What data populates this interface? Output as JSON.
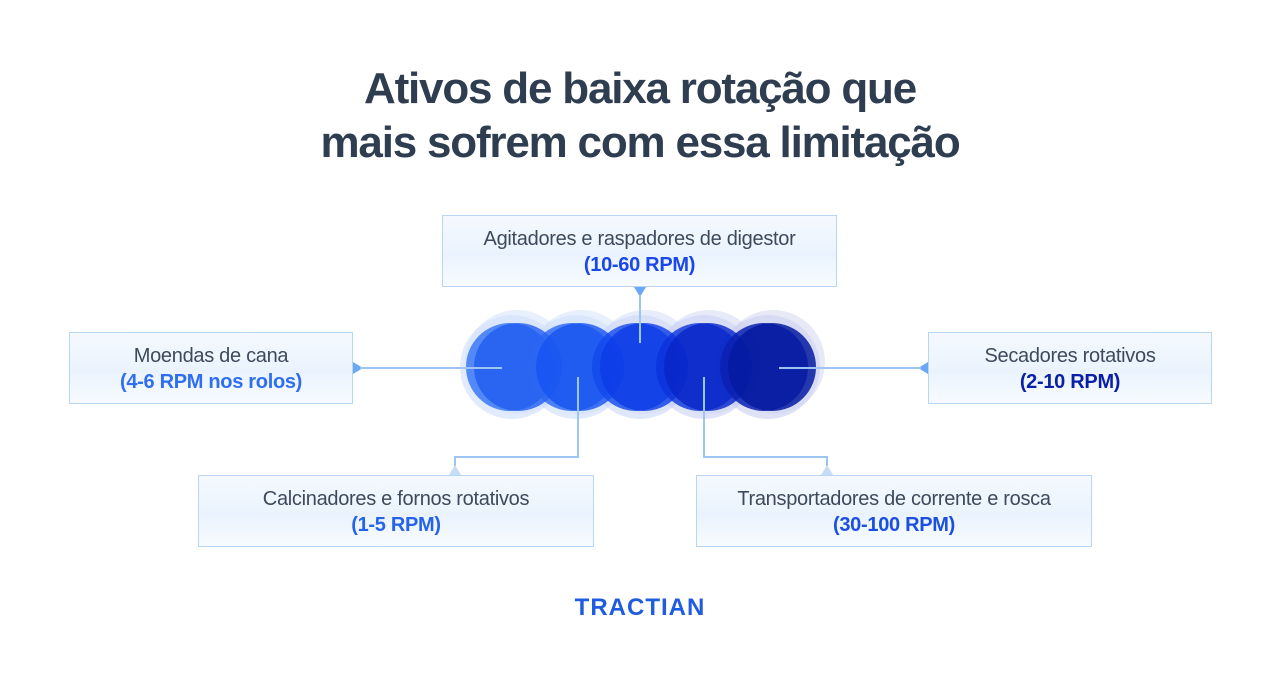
{
  "title": {
    "line1": "Ativos de baixa rotação que",
    "line2": "mais sofrem com essa limitação"
  },
  "items": [
    {
      "name": "Agitadores e raspadores de digestor",
      "rpm": "(10-60 RPM)",
      "color": "#1a47e8"
    },
    {
      "name": "Moendas de cana",
      "rpm": "(4-6 RPM nos rolos)",
      "color": "#2f6ef0"
    },
    {
      "name": "Secadores rotativos",
      "rpm": "(2-10 RPM)",
      "color": "#0a1fa8"
    },
    {
      "name": "Calcinadores e fornos rotativos",
      "rpm": "(1-5 RPM)",
      "color": "#2563eb"
    },
    {
      "name": "Transportadores de corrente e rosca",
      "rpm": "(30-100 RPM)",
      "color": "#1b4fe0"
    }
  ],
  "circles": [
    {
      "label": "moendas",
      "color": "#2d63f0"
    },
    {
      "label": "calcinadores",
      "color": "#1f5cf0"
    },
    {
      "label": "agitadores",
      "color": "#0f3fe8"
    },
    {
      "label": "transportadores",
      "color": "#0b2bd0"
    },
    {
      "label": "secadores",
      "color": "#061aa8"
    }
  ],
  "logo": {
    "text": "TRACTIAN",
    "color": "#1f5ce0"
  }
}
